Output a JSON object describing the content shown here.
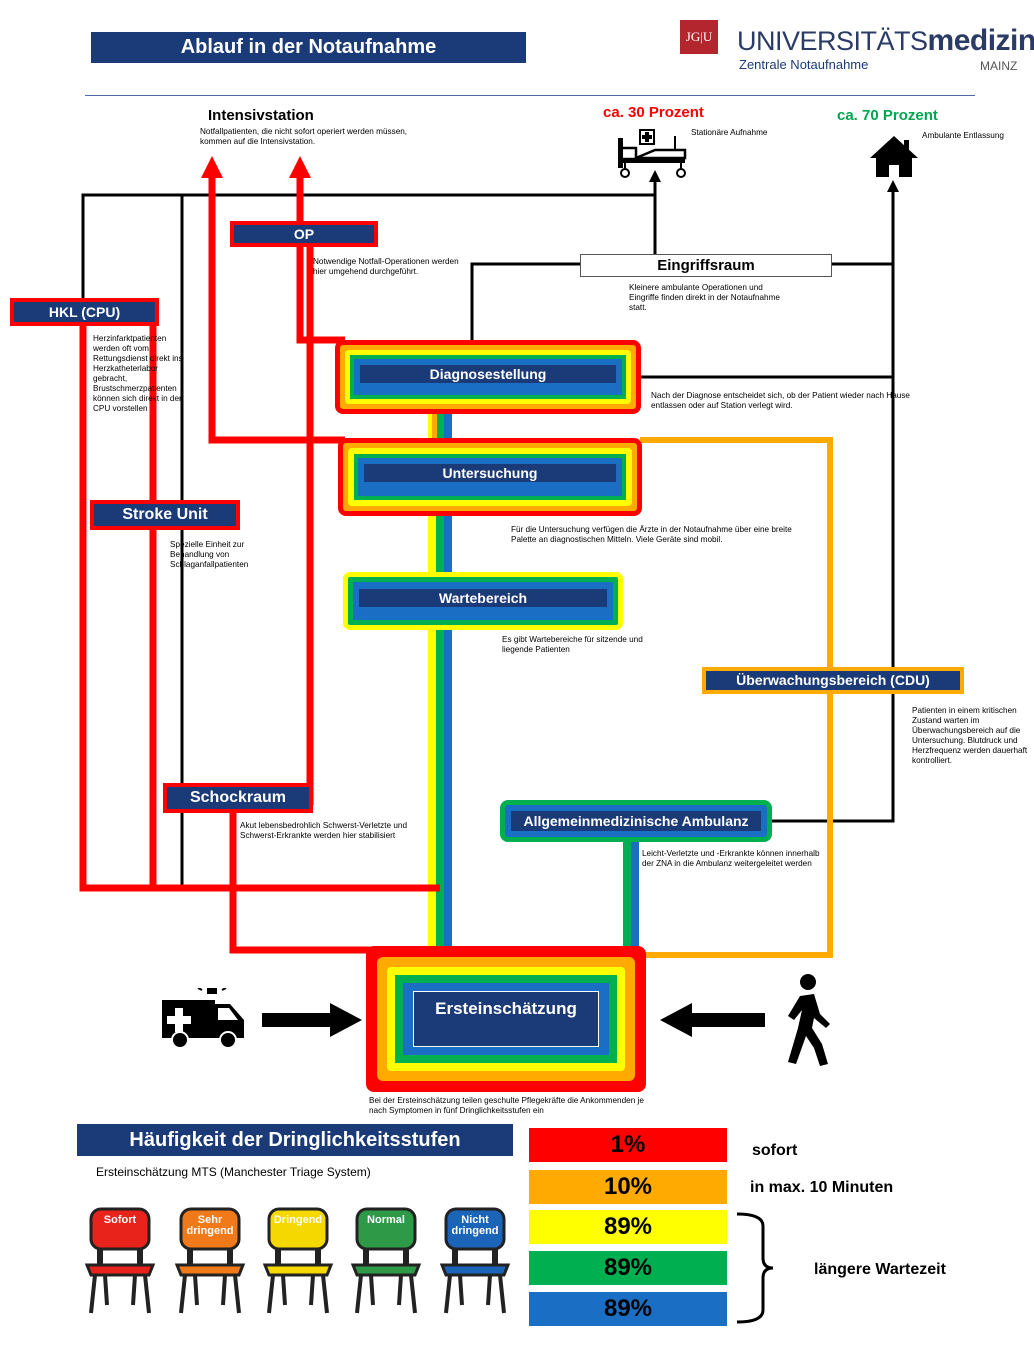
{
  "header": {
    "title": "Ablauf in der Notaufnahme",
    "logo_box": "JG|U",
    "logo_univ": "UNIVERSITÄTS",
    "logo_medizin": "medizin.",
    "logo_mainz": "MAINZ",
    "logo_zna": "Zentrale Notaufnahme"
  },
  "nodes": {
    "intensiv": {
      "title": "Intensivstation",
      "desc": "Notfallpatienten, die nicht sofort operiert werden müssen, kommen auf die Intensivstation."
    },
    "stationaer": {
      "pct": "ca. 30 Prozent",
      "desc": "Stationäre Aufnahme"
    },
    "ambulant": {
      "pct": "ca. 70 Prozent",
      "desc": "Ambulante Entlassung"
    },
    "op": {
      "title": "OP",
      "desc": "Notwendige Notfall-Operationen werden hier umgehend durchgeführt."
    },
    "eingriff": {
      "title": "Eingriffsraum",
      "desc": "Kleinere ambulante Operationen und Eingriffe finden direkt in der Notaufnahme statt."
    },
    "hkl": {
      "title": "HKL (CPU)",
      "desc": "Herzinfarktpatienten werden oft vom Rettungsdienst direkt ins Herzkatheterlabor gebracht, Brustschmerzpatienten können sich direkt in der CPU vorstellen"
    },
    "diagnose": {
      "title": "Diagnosestellung",
      "desc": "Nach der Diagnose entscheidet sich, ob der Patient wieder nach Hause entlassen oder auf Station verlegt wird."
    },
    "untersuchung": {
      "title": "Untersuchung",
      "desc": "Für die Untersuchung verfügen die Ärzte in der Notaufnahme über eine breite Palette an diagnostischen Mitteln. Viele Geräte sind mobil."
    },
    "stroke": {
      "title": "Stroke Unit",
      "desc": "Spezielle Einheit zur Behandlung von Schlaganfallpatienten"
    },
    "warte": {
      "title": "Wartebereich",
      "desc": "Es gibt Wartebereiche für sitzende und liegende Patienten"
    },
    "cdu": {
      "title": "Überwachungsbereich (CDU)",
      "desc": "Patienten in einem kritischen Zustand warten im Überwachungsbereich auf die Untersuchung. Blutdruck und Herzfrequenz werden dauerhaft kontrolliert."
    },
    "schock": {
      "title": "Schockraum",
      "desc": "Akut lebensbedrohlich Schwerst-Verletzte und Schwerst-Erkrankte werden hier stabilisiert"
    },
    "allgemein": {
      "title": "Allgemeinmedizinische Ambulanz",
      "desc": "Leicht-Verletzte und -Erkrankte können innerhalb der ZNA in die Ambulanz weitergeleitet werden"
    },
    "erst": {
      "title": "Ersteinschätzung",
      "desc": "Bei der Ersteinschätzung teilen geschulte Pflegekräfte die Ankommenden je nach Symptomen in fünf Dringlichkeitsstufen ein"
    }
  },
  "legend": {
    "title": "Häufigkeit der Dringlichkeitsstufen",
    "subtitle": "Ersteinschätzung MTS (Manchester Triage System)",
    "chairs": [
      {
        "label": "Sofort",
        "color": "#e8231c"
      },
      {
        "label": "Sehr dringend",
        "color": "#f07a1a"
      },
      {
        "label": "Dringend",
        "color": "#f5d800"
      },
      {
        "label": "Normal",
        "color": "#2e9a48"
      },
      {
        "label": "Nicht dringend",
        "color": "#1c64b8"
      }
    ],
    "bars": [
      {
        "value": "1%",
        "color": "#ff0000"
      },
      {
        "value": "10%",
        "color": "#ffaa00"
      },
      {
        "value": "89%",
        "color": "#ffff00"
      },
      {
        "value": "89%",
        "color": "#00b050"
      },
      {
        "value": "89%",
        "color": "#1a6fc4"
      }
    ],
    "notes": {
      "sofort": "sofort",
      "zehn": "in max. 10 Minuten",
      "laenger": "längere Wartezeit"
    }
  },
  "icons": {
    "ambulance": "ambulance-icon",
    "walker": "walking-person-icon",
    "bed": "hospital-bed-icon",
    "house": "house-icon"
  }
}
